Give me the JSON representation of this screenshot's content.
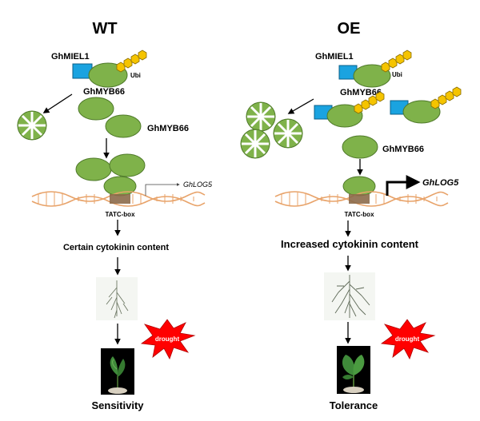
{
  "panels": {
    "wt": {
      "title": "WT",
      "e3_label": "GhMIEL1",
      "ubi_label": "Ubi",
      "myb_label_top": "GhMYB66",
      "myb_label_mid": "GhMYB66",
      "target_gene": "GhLOG5",
      "promoter_label": "TATC-box",
      "cytokinin_text": "Certain cytokinin content",
      "stress_label": "drought",
      "outcome": "Sensitivity"
    },
    "oe": {
      "title": "OE",
      "e3_label": "GhMIEL1",
      "ubi_label": "Ubi",
      "myb_label_top": "GhMYB66",
      "myb_label_mid": "GhMYB66",
      "target_gene": "GhLOG5",
      "promoter_label": "TATC-box",
      "cytokinin_text": "Increased cytokinin content",
      "stress_label": "drought",
      "outcome": "Tolerance"
    }
  },
  "colors": {
    "protein_green": "#7fb24a",
    "e3_blue": "#1aa3e0",
    "ubiquitin": "#f5c400",
    "dna": "#e8a36a",
    "tatc_box": "#8c6a4a",
    "drought_burst": "#ff0000",
    "plant_background": "#000000"
  },
  "icons": [
    "ubiquitin-chain-icon",
    "degraded-protein-icon",
    "drought-burst-icon",
    "root-image",
    "seedling-image"
  ]
}
